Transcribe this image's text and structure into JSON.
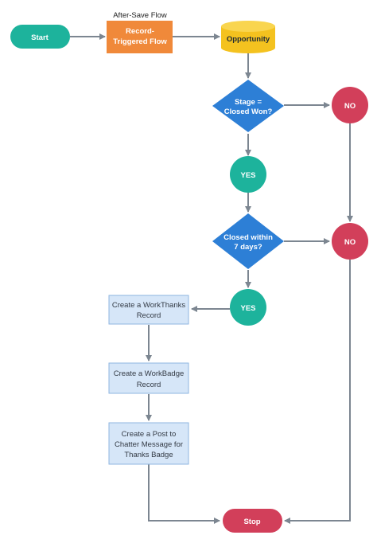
{
  "colors": {
    "start": "#1db39c",
    "stop": "#d23f5a",
    "process": "#f0893a",
    "database": "#f4c21f",
    "database_top": "#f9d54f",
    "decision": "#2d7fd6",
    "yes": "#1db39c",
    "no": "#d23f5a",
    "task_fill": "#d6e6f8",
    "task_stroke": "#8fb6e0",
    "connector": "#7c8691"
  },
  "diagram": {
    "caption": "After-Save Flow",
    "start": "Start",
    "process": [
      "Record-",
      "Triggered Flow"
    ],
    "database": "Opportunity",
    "decision1": [
      "Stage =",
      "Closed Won?"
    ],
    "no1": "NO",
    "yes1": "YES",
    "decision2": [
      "Closed within",
      "7 days?"
    ],
    "no2": "NO",
    "yes2": "YES",
    "task1": [
      "Create a WorkThanks",
      "Record"
    ],
    "task2": [
      "Create a WorkBadge",
      "Record"
    ],
    "task3": [
      "Create a Post to",
      "Chatter Message for",
      "Thanks Badge"
    ],
    "stop": "Stop"
  }
}
